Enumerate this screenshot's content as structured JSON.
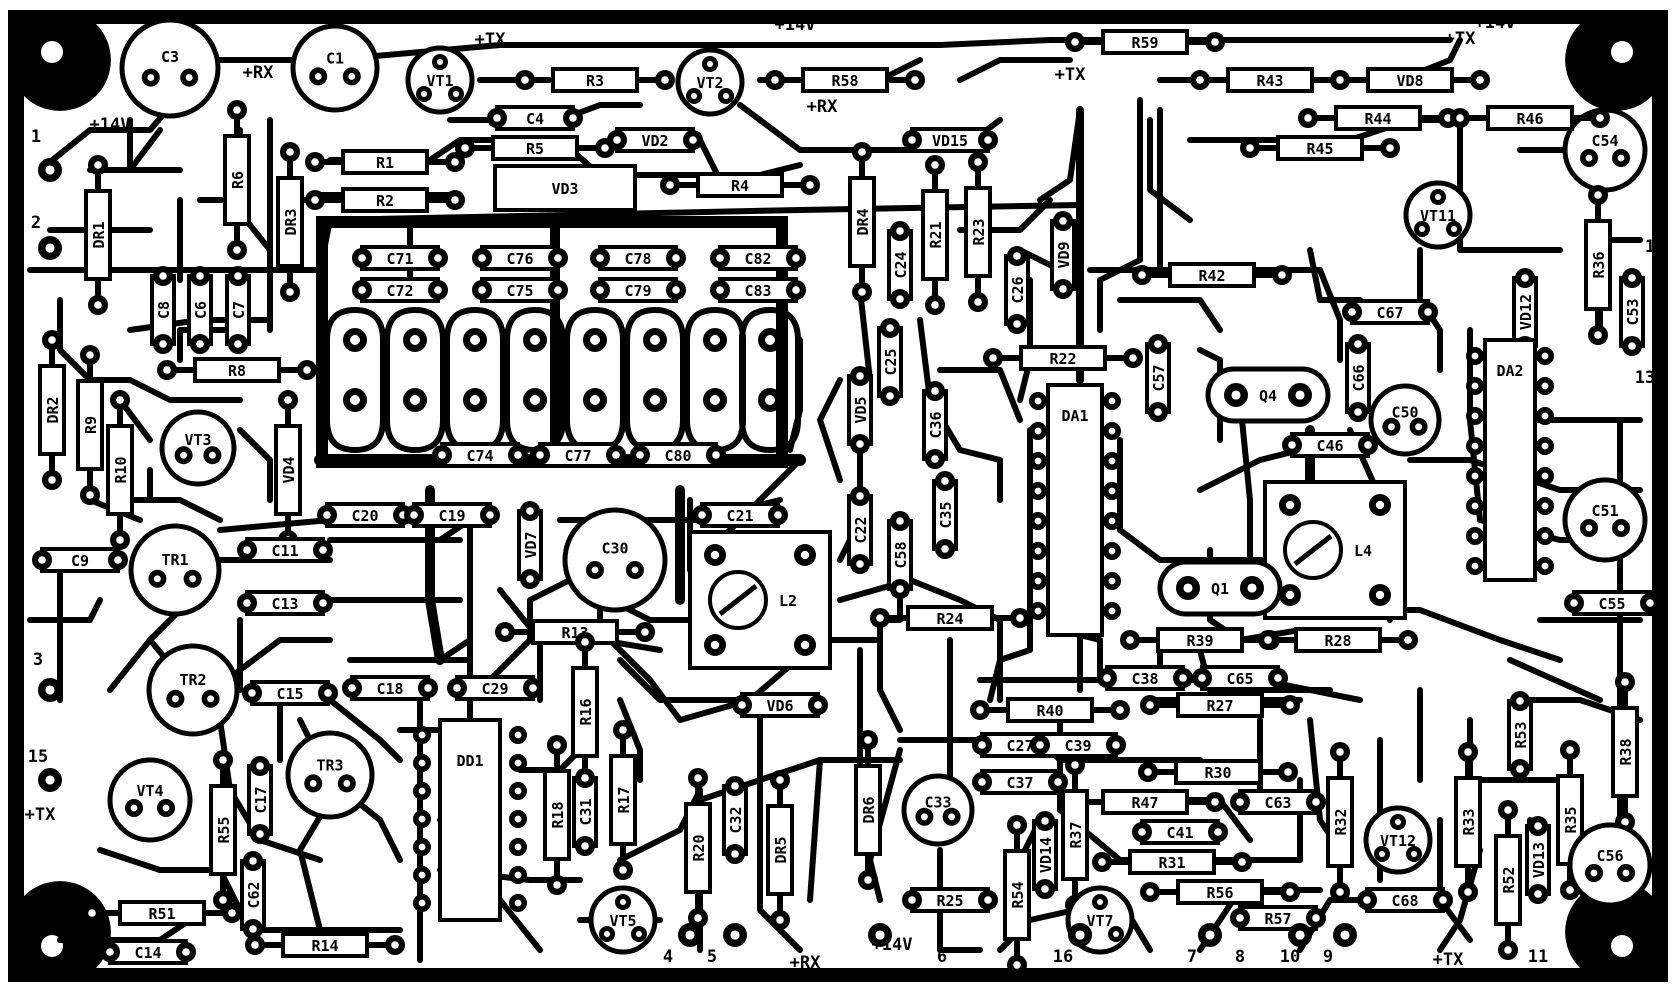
{
  "board": {
    "background": "#ffffff",
    "ink": "#000000",
    "power_labels": [
      "+14V",
      "+14V",
      "+14V",
      "+14V",
      "+RX",
      "+RX",
      "+RX",
      "+TX",
      "+TX",
      "+TX",
      "+TX",
      "+TX"
    ],
    "pins": [
      "1",
      "2",
      "3",
      "15",
      "4",
      "5",
      "6",
      "16",
      "7",
      "8",
      "10",
      "9",
      "11",
      "13",
      "1"
    ]
  },
  "components": [
    {
      "ref": "C3",
      "kind": "cap-round"
    },
    {
      "ref": "C1",
      "kind": "cap-round"
    },
    {
      "ref": "VT1",
      "kind": "transistor"
    },
    {
      "ref": "R3",
      "kind": "resistor"
    },
    {
      "ref": "VT2",
      "kind": "transistor"
    },
    {
      "ref": "R58",
      "kind": "resistor"
    },
    {
      "ref": "R59",
      "kind": "resistor"
    },
    {
      "ref": "R43",
      "kind": "resistor"
    },
    {
      "ref": "VD8",
      "kind": "diode"
    },
    {
      "ref": "C54",
      "kind": "cap-round"
    },
    {
      "ref": "C4",
      "kind": "cap"
    },
    {
      "ref": "R5",
      "kind": "resistor"
    },
    {
      "ref": "VD2",
      "kind": "diode"
    },
    {
      "ref": "R1",
      "kind": "resistor"
    },
    {
      "ref": "R2",
      "kind": "resistor"
    },
    {
      "ref": "VD3",
      "kind": "diode"
    },
    {
      "ref": "R4",
      "kind": "resistor"
    },
    {
      "ref": "DR4",
      "kind": "choke"
    },
    {
      "ref": "VD15",
      "kind": "diode"
    },
    {
      "ref": "R44",
      "kind": "resistor"
    },
    {
      "ref": "R46",
      "kind": "resistor"
    },
    {
      "ref": "R45",
      "kind": "resistor"
    },
    {
      "ref": "VT11",
      "kind": "transistor"
    },
    {
      "ref": "DR1",
      "kind": "choke"
    },
    {
      "ref": "R6",
      "kind": "resistor"
    },
    {
      "ref": "DR3",
      "kind": "choke"
    },
    {
      "ref": "C8",
      "kind": "cap"
    },
    {
      "ref": "C6",
      "kind": "cap"
    },
    {
      "ref": "C7",
      "kind": "cap"
    },
    {
      "ref": "C71",
      "kind": "cap"
    },
    {
      "ref": "C72",
      "kind": "cap"
    },
    {
      "ref": "C76",
      "kind": "cap"
    },
    {
      "ref": "C75",
      "kind": "cap"
    },
    {
      "ref": "C78",
      "kind": "cap"
    },
    {
      "ref": "C79",
      "kind": "cap"
    },
    {
      "ref": "C82",
      "kind": "cap"
    },
    {
      "ref": "C83",
      "kind": "cap"
    },
    {
      "ref": "R21",
      "kind": "resistor"
    },
    {
      "ref": "R23",
      "kind": "resistor"
    },
    {
      "ref": "C24",
      "kind": "cap"
    },
    {
      "ref": "C26",
      "kind": "cap"
    },
    {
      "ref": "VD9",
      "kind": "diode"
    },
    {
      "ref": "R42",
      "kind": "resistor"
    },
    {
      "ref": "C67",
      "kind": "cap"
    },
    {
      "ref": "R36",
      "kind": "resistor"
    },
    {
      "ref": "C53",
      "kind": "cap"
    },
    {
      "ref": "DR2",
      "kind": "choke"
    },
    {
      "ref": "R8",
      "kind": "resistor"
    },
    {
      "ref": "R22",
      "kind": "resistor"
    },
    {
      "ref": "C25",
      "kind": "cap"
    },
    {
      "ref": "VD5",
      "kind": "diode"
    },
    {
      "ref": "C57",
      "kind": "cap"
    },
    {
      "ref": "Q4",
      "kind": "crystal"
    },
    {
      "ref": "C66",
      "kind": "cap"
    },
    {
      "ref": "VD12",
      "kind": "diode"
    },
    {
      "ref": "R9",
      "kind": "resistor"
    },
    {
      "ref": "R10",
      "kind": "resistor"
    },
    {
      "ref": "VT3",
      "kind": "transistor"
    },
    {
      "ref": "VD4",
      "kind": "diode"
    },
    {
      "ref": "C74",
      "kind": "cap"
    },
    {
      "ref": "C77",
      "kind": "cap"
    },
    {
      "ref": "C80",
      "kind": "cap"
    },
    {
      "ref": "C36",
      "kind": "cap"
    },
    {
      "ref": "DA1",
      "kind": "ic"
    },
    {
      "ref": "C46",
      "kind": "cap"
    },
    {
      "ref": "C50",
      "kind": "cap-round"
    },
    {
      "ref": "DA2",
      "kind": "ic"
    },
    {
      "ref": "C20",
      "kind": "cap"
    },
    {
      "ref": "C19",
      "kind": "cap"
    },
    {
      "ref": "C21",
      "kind": "cap"
    },
    {
      "ref": "C22",
      "kind": "cap"
    },
    {
      "ref": "C35",
      "kind": "cap"
    },
    {
      "ref": "C9",
      "kind": "cap"
    },
    {
      "ref": "TR1",
      "kind": "transformer"
    },
    {
      "ref": "C11",
      "kind": "cap"
    },
    {
      "ref": "VD7",
      "kind": "diode"
    },
    {
      "ref": "C30",
      "kind": "cap-round"
    },
    {
      "ref": "C58",
      "kind": "cap"
    },
    {
      "ref": "L4",
      "kind": "coil"
    },
    {
      "ref": "C51",
      "kind": "cap-round"
    },
    {
      "ref": "C13",
      "kind": "cap"
    },
    {
      "ref": "L2",
      "kind": "coil"
    },
    {
      "ref": "Q1",
      "kind": "crystal"
    },
    {
      "ref": "C55",
      "kind": "cap"
    },
    {
      "ref": "R24",
      "kind": "resistor"
    },
    {
      "ref": "R13",
      "kind": "resistor"
    },
    {
      "ref": "R39",
      "kind": "resistor"
    },
    {
      "ref": "R28",
      "kind": "resistor"
    },
    {
      "ref": "TR2",
      "kind": "transformer"
    },
    {
      "ref": "C15",
      "kind": "cap"
    },
    {
      "ref": "C18",
      "kind": "cap"
    },
    {
      "ref": "C29",
      "kind": "cap"
    },
    {
      "ref": "R16",
      "kind": "resistor"
    },
    {
      "ref": "C38",
      "kind": "cap"
    },
    {
      "ref": "C65",
      "kind": "cap"
    },
    {
      "ref": "VD6",
      "kind": "diode"
    },
    {
      "ref": "R40",
      "kind": "resistor"
    },
    {
      "ref": "R27",
      "kind": "resistor"
    },
    {
      "ref": "TR3",
      "kind": "transformer"
    },
    {
      "ref": "DD1",
      "kind": "ic"
    },
    {
      "ref": "R38",
      "kind": "resistor"
    },
    {
      "ref": "VT4",
      "kind": "transistor"
    },
    {
      "ref": "R55",
      "kind": "resistor"
    },
    {
      "ref": "C17",
      "kind": "cap"
    },
    {
      "ref": "R18",
      "kind": "resistor"
    },
    {
      "ref": "C31",
      "kind": "cap"
    },
    {
      "ref": "R17",
      "kind": "resistor"
    },
    {
      "ref": "C32",
      "kind": "cap"
    },
    {
      "ref": "DR5",
      "kind": "choke"
    },
    {
      "ref": "DR6",
      "kind": "choke"
    },
    {
      "ref": "C33",
      "kind": "cap-round"
    },
    {
      "ref": "R30",
      "kind": "resistor"
    },
    {
      "ref": "R47",
      "kind": "resistor"
    },
    {
      "ref": "C63",
      "kind": "cap"
    },
    {
      "ref": "R32",
      "kind": "resistor"
    },
    {
      "ref": "VT12",
      "kind": "transistor"
    },
    {
      "ref": "R35",
      "kind": "resistor"
    },
    {
      "ref": "C56",
      "kind": "cap-round"
    },
    {
      "ref": "R20",
      "kind": "resistor"
    },
    {
      "ref": "R37",
      "kind": "resistor"
    },
    {
      "ref": "VD14",
      "kind": "diode"
    },
    {
      "ref": "C41",
      "kind": "cap"
    },
    {
      "ref": "R31",
      "kind": "resistor"
    },
    {
      "ref": "R52",
      "kind": "resistor"
    },
    {
      "ref": "VD13",
      "kind": "diode"
    },
    {
      "ref": "C62",
      "kind": "cap"
    },
    {
      "ref": "R51",
      "kind": "resistor"
    },
    {
      "ref": "VT5",
      "kind": "transistor"
    },
    {
      "ref": "R25",
      "kind": "resistor"
    },
    {
      "ref": "R54",
      "kind": "resistor"
    },
    {
      "ref": "VT7",
      "kind": "transistor"
    },
    {
      "ref": "R56",
      "kind": "resistor"
    },
    {
      "ref": "R57",
      "kind": "resistor"
    },
    {
      "ref": "C68",
      "kind": "cap"
    },
    {
      "ref": "C14",
      "kind": "cap"
    },
    {
      "ref": "R14",
      "kind": "resistor"
    },
    {
      "ref": "R53",
      "kind": "resistor"
    },
    {
      "ref": "R33",
      "kind": "resistor"
    },
    {
      "ref": "C27",
      "kind": "cap"
    },
    {
      "ref": "C39",
      "kind": "cap"
    },
    {
      "ref": "C37",
      "kind": "cap"
    }
  ]
}
